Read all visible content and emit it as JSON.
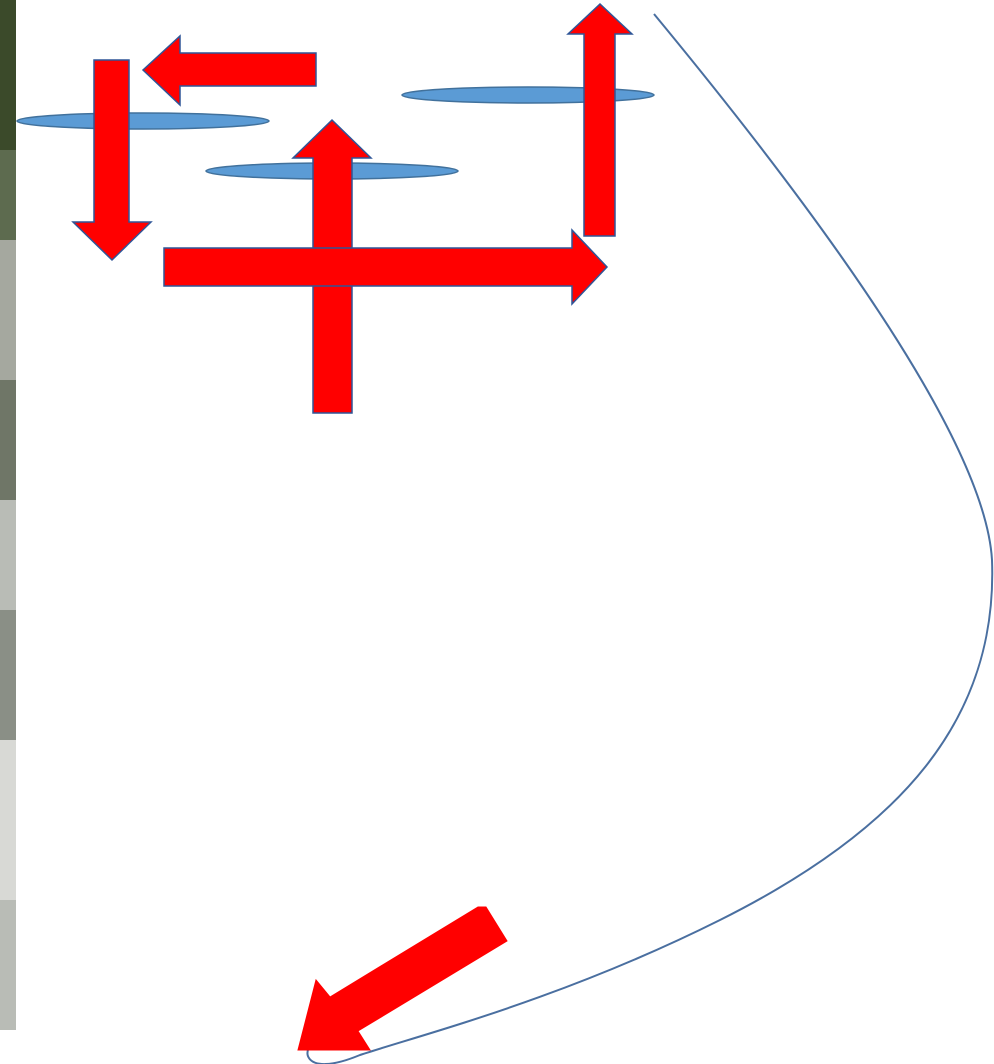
{
  "colors": {
    "arrow_fill": "#ff0000",
    "arrow_outline": "#2f5597",
    "ellipse_fill": "#5b9bd5",
    "ellipse_outline": "#41719c",
    "curve_stroke": "#4a6fa0"
  },
  "photo_strip": {
    "icon": "cropped-stream-photo",
    "palette": [
      "#3b4a2a",
      "#5d6b4f",
      "#8a8f86",
      "#b9bcb6",
      "#d8d9d5",
      "#6f7667",
      "#a5a89f"
    ]
  },
  "shapes": [
    {
      "type": "arrow",
      "direction": "left",
      "name": "arrow-left-top"
    },
    {
      "type": "arrow",
      "direction": "down",
      "name": "arrow-down-left"
    },
    {
      "type": "arrow",
      "direction": "up",
      "name": "arrow-up-center"
    },
    {
      "type": "arrow",
      "direction": "up",
      "name": "arrow-up-right"
    },
    {
      "type": "arrow",
      "direction": "right",
      "name": "arrow-right-horizontal"
    },
    {
      "type": "arrow",
      "direction": "down-left",
      "name": "arrow-diagonal-bottom"
    },
    {
      "type": "ellipse",
      "name": "ellipse-left"
    },
    {
      "type": "ellipse",
      "name": "ellipse-center"
    },
    {
      "type": "ellipse",
      "name": "ellipse-right"
    },
    {
      "type": "curve",
      "name": "flow-curve"
    }
  ]
}
